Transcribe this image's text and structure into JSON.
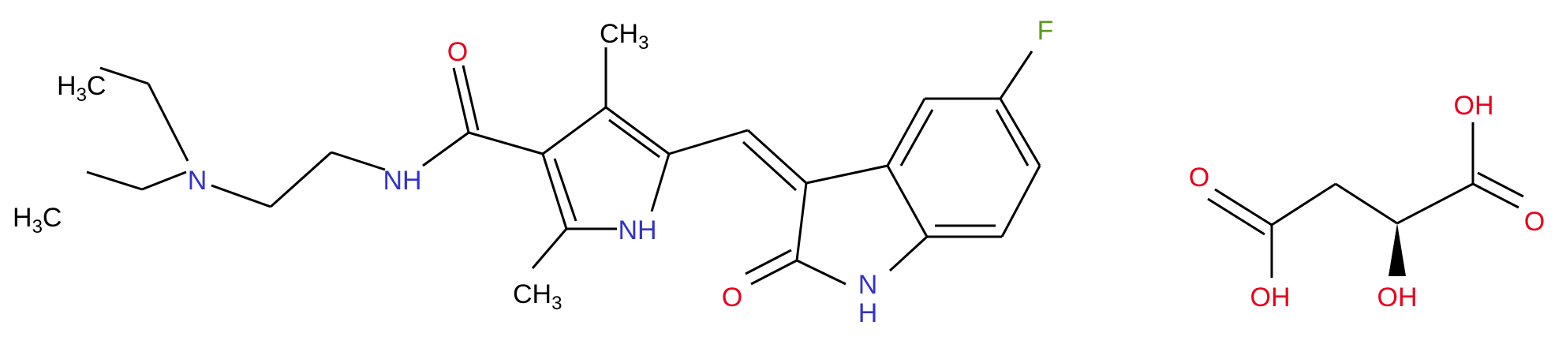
{
  "colors": {
    "bond": "#000000",
    "carbon": "#000000",
    "nitrogen": "#3333cc",
    "oxygen": "#e8001c",
    "fluorine": "#5a9a1e"
  },
  "atoms": {
    "ch3_top_left": {
      "main": "H",
      "sub": "3",
      "tail": "C"
    },
    "ch3_bottom_left": {
      "main": "H",
      "sub": "3",
      "tail": "C"
    },
    "n_amine": {
      "main": "N"
    },
    "nh_amide": {
      "main": "NH"
    },
    "o_amide": {
      "main": "O"
    },
    "ch3_pyrrole_top": {
      "main": "CH",
      "sub": "3"
    },
    "ch3_pyrrole_bottom": {
      "main": "CH",
      "sub": "3"
    },
    "nh_pyrrole": {
      "main": "NH"
    },
    "o_lactam": {
      "main": "O"
    },
    "nh_lactam": {
      "main": "N",
      "tail": "H"
    },
    "fluorine": {
      "main": "F"
    },
    "o_acid_left": {
      "main": "O"
    },
    "oh_acid_left": {
      "main": "OH"
    },
    "oh_acid_right_top": {
      "main": "OH"
    },
    "o_acid_right": {
      "main": "O"
    },
    "oh_alpha": {
      "main": "OH"
    }
  }
}
